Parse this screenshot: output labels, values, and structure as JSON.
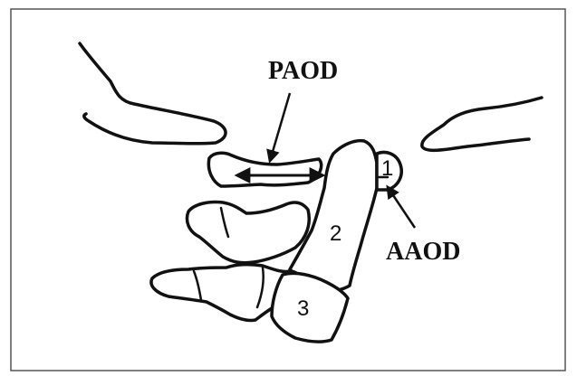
{
  "labels": {
    "paod": "PAOD",
    "aaod": "AAOD",
    "vertebra_1": "1",
    "vertebra_2": "2",
    "vertebra_3": "3"
  },
  "colors": {
    "stroke": "#111111",
    "frame": "#555555",
    "background": "#ffffff"
  }
}
